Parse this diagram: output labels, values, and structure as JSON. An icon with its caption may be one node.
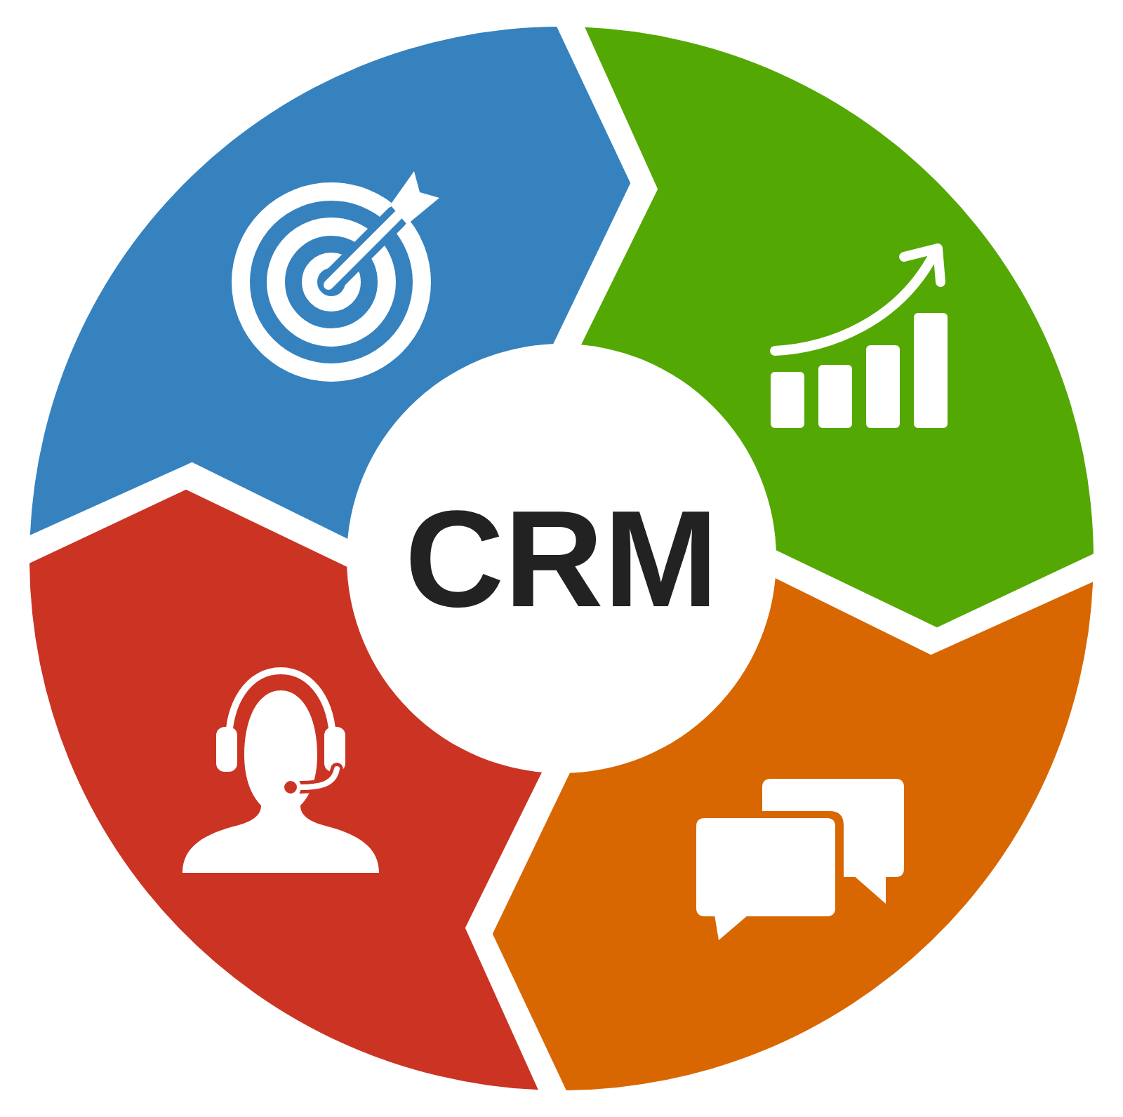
{
  "diagram": {
    "nodes": [
      {
        "text": [],
        "shape": "segment"
      },
      {
        "text": [],
        "shape": "segment"
      },
      {
        "text": [],
        "shape": "segment"
      },
      {
        "text": [],
        "shape": "segment"
      },
      {
        "text": [
          "CRM"
        ]
      }
    ]
  }
}
